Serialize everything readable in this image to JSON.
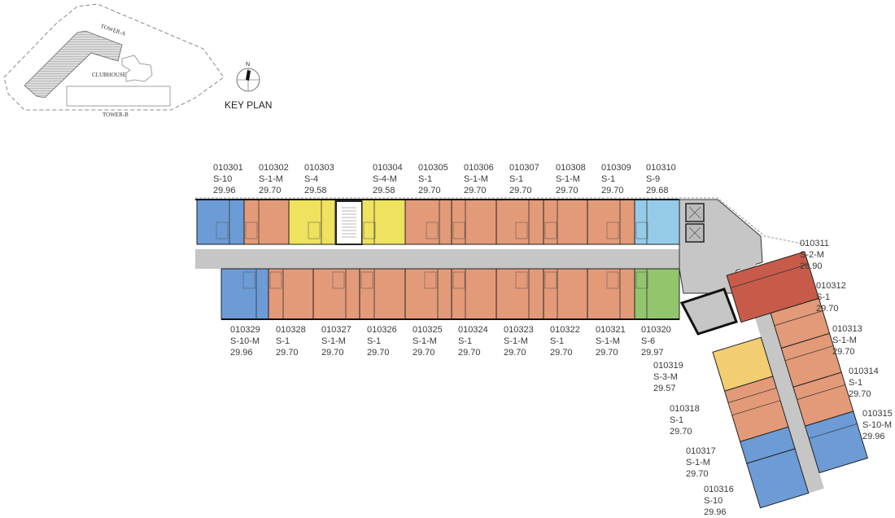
{
  "key_plan": {
    "title": "KEY PLAN",
    "tower_a": "TOWER-A",
    "tower_b": "TOWER-B",
    "clubhouse": "CLUBHOUSE",
    "north": "N"
  },
  "colors": {
    "blue": "#6c9bd6",
    "light_blue": "#95cbe9",
    "salmon": "#e39a78",
    "yellow": "#eee25e",
    "gold": "#f2cd72",
    "green": "#93c56c",
    "red": "#c85a4a",
    "corridor": "#c6c6c6"
  },
  "units": [
    {
      "id": "010301",
      "type": "S-10",
      "area": "29.96",
      "color": "blue"
    },
    {
      "id": "010302",
      "type": "S-1-M",
      "area": "29.70",
      "color": "salmon"
    },
    {
      "id": "010303",
      "type": "S-4",
      "area": "29.58",
      "color": "yellow"
    },
    {
      "id": "010304",
      "type": "S-4-M",
      "area": "29.58",
      "color": "yellow"
    },
    {
      "id": "010305",
      "type": "S-1",
      "area": "29.70",
      "color": "salmon"
    },
    {
      "id": "010306",
      "type": "S-1-M",
      "area": "29.70",
      "color": "salmon"
    },
    {
      "id": "010307",
      "type": "S-1",
      "area": "29.70",
      "color": "salmon"
    },
    {
      "id": "010308",
      "type": "S-1-M",
      "area": "29.70",
      "color": "salmon"
    },
    {
      "id": "010309",
      "type": "S-1",
      "area": "29.70",
      "color": "salmon"
    },
    {
      "id": "010310",
      "type": "S-9",
      "area": "29.68",
      "color": "light_blue"
    },
    {
      "id": "010311",
      "type": "S-2-M",
      "area": "29.90",
      "color": "red"
    },
    {
      "id": "010312",
      "type": "S-1",
      "area": "29.70",
      "color": "salmon"
    },
    {
      "id": "010313",
      "type": "S-1-M",
      "area": "29.70",
      "color": "salmon"
    },
    {
      "id": "010314",
      "type": "S-1",
      "area": "29.70",
      "color": "salmon"
    },
    {
      "id": "010315",
      "type": "S-10-M",
      "area": "29.96",
      "color": "blue"
    },
    {
      "id": "010316",
      "type": "S-10",
      "area": "29.96",
      "color": "blue"
    },
    {
      "id": "010317",
      "type": "S-1-M",
      "area": "29.70",
      "color": "blue"
    },
    {
      "id": "010318",
      "type": "S-1",
      "area": "29.70",
      "color": "salmon"
    },
    {
      "id": "010319",
      "type": "S-3-M",
      "area": "29.57",
      "color": "gold"
    },
    {
      "id": "010320",
      "type": "S-6",
      "area": "29.97",
      "color": "green"
    },
    {
      "id": "010321",
      "type": "S-1-M",
      "area": "29.70",
      "color": "salmon"
    },
    {
      "id": "010322",
      "type": "S-1",
      "area": "29.70",
      "color": "salmon"
    },
    {
      "id": "010323",
      "type": "S-1-M",
      "area": "29.70",
      "color": "salmon"
    },
    {
      "id": "010324",
      "type": "S-1",
      "area": "29.70",
      "color": "salmon"
    },
    {
      "id": "010325",
      "type": "S-1-M",
      "area": "29.70",
      "color": "salmon"
    },
    {
      "id": "010326",
      "type": "S-1",
      "area": "29.70",
      "color": "salmon"
    },
    {
      "id": "010327",
      "type": "S-1-M",
      "area": "29.70",
      "color": "salmon"
    },
    {
      "id": "010328",
      "type": "S-1",
      "area": "29.70",
      "color": "salmon"
    },
    {
      "id": "010329",
      "type": "S-10-M",
      "area": "29.96",
      "color": "blue"
    }
  ]
}
